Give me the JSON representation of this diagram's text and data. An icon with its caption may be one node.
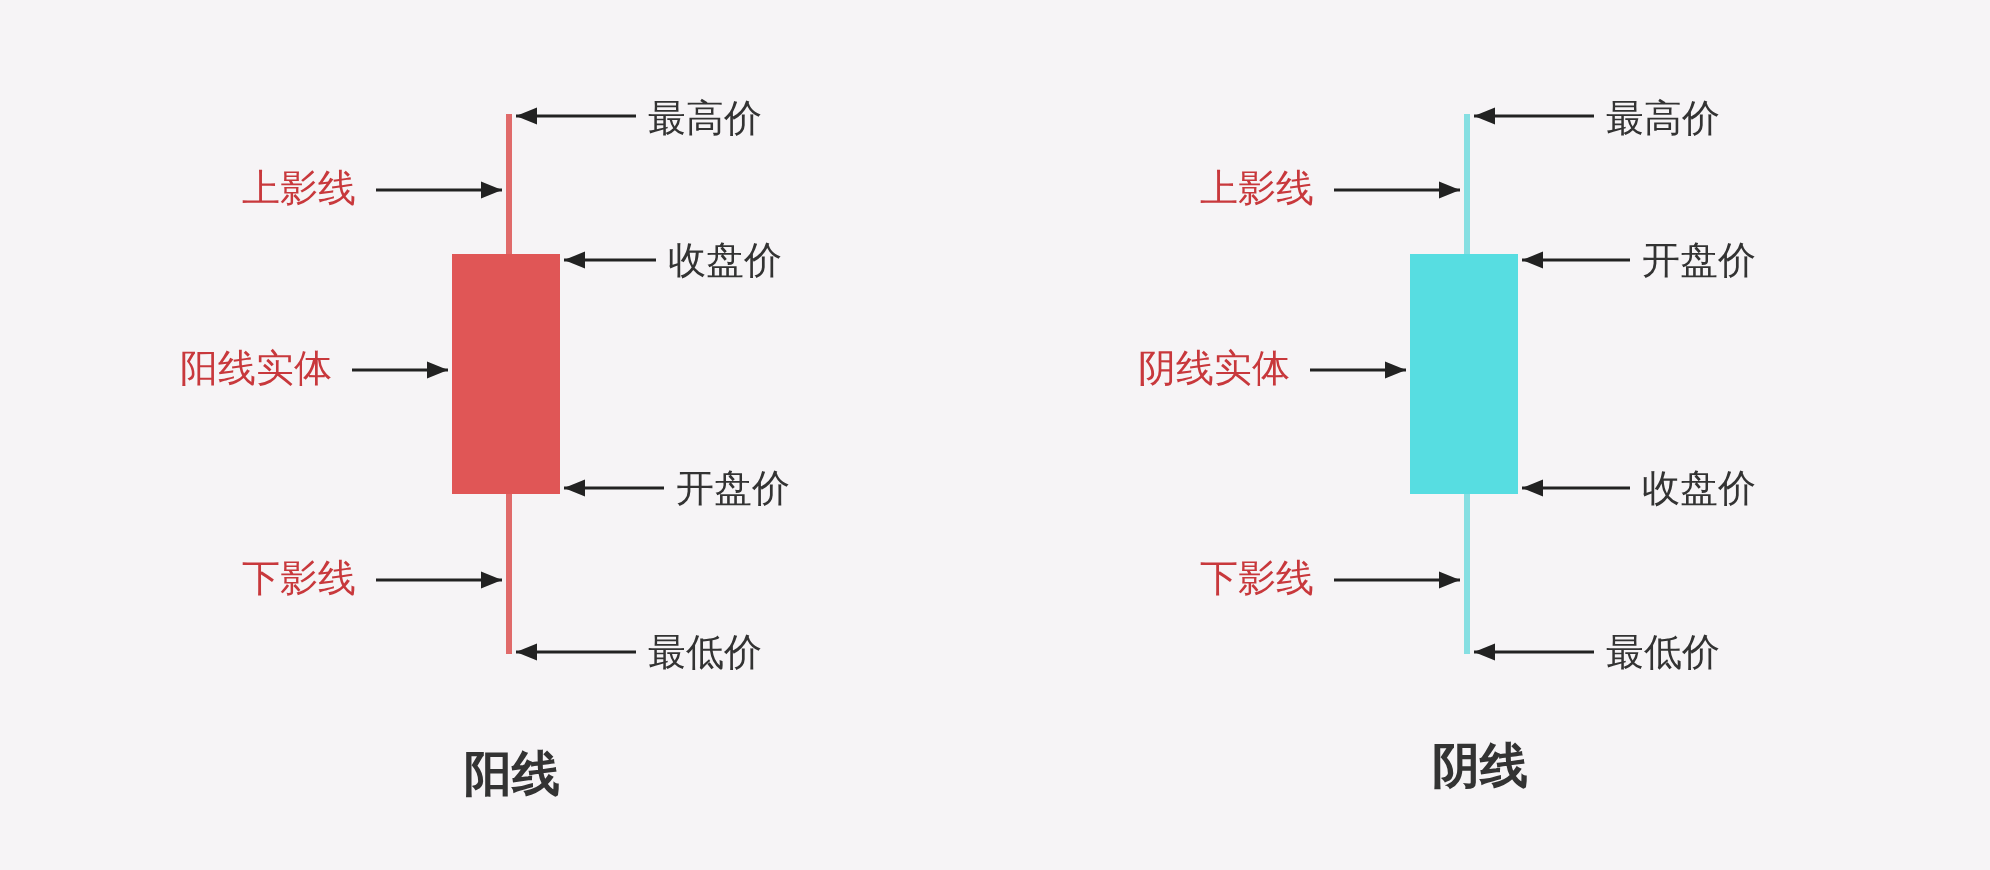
{
  "diagram": {
    "nodes": [
      {
        "text": [],
        "shape": "bar"
      },
      {
        "text": [],
        "shape": "bar"
      },
      {
        "text": [],
        "shape": "bar"
      },
      {
        "text": [
          "上影线"
        ]
      },
      {
        "text": [
          "阳线实体"
        ]
      },
      {
        "text": [
          "下影线"
        ]
      },
      {
        "text": [
          "最高价"
        ]
      },
      {
        "text": [
          "收盘价"
        ]
      },
      {
        "text": [
          "开盘价"
        ]
      },
      {
        "text": [
          "最低价"
        ]
      },
      {
        "text": [],
        "shape": "bar"
      },
      {
        "text": [],
        "shape": "bar"
      },
      {
        "text": [],
        "shape": "bar"
      },
      {
        "text": [
          "上影线"
        ]
      },
      {
        "text": [
          "阴线实体"
        ]
      },
      {
        "text": [
          "下影线"
        ]
      },
      {
        "text": [
          "最高价"
        ]
      },
      {
        "text": [
          "开盘价"
        ]
      },
      {
        "text": [
          "收盘价"
        ]
      },
      {
        "text": [
          "最低价"
        ]
      }
    ],
    "edges": [
      {
        "from": 3,
        "to": 0,
        "arrow": "to"
      },
      {
        "from": 4,
        "to": 1,
        "arrow": "to"
      },
      {
        "from": 5,
        "to": 2,
        "arrow": "to"
      },
      {
        "from": 6,
        "to": 0,
        "arrow": "to"
      },
      {
        "from": 7,
        "to": 1,
        "arrow": "to"
      },
      {
        "from": 8,
        "to": 1,
        "arrow": "to"
      },
      {
        "from": 9,
        "to": 2,
        "arrow": "to"
      },
      {
        "from": 13,
        "to": 10,
        "arrow": "to"
      },
      {
        "from": 14,
        "to": 11,
        "arrow": "to"
      },
      {
        "from": 15,
        "to": 12,
        "arrow": "to"
      },
      {
        "from": 16,
        "to": 10,
        "arrow": "to"
      },
      {
        "from": 17,
        "to": 11,
        "arrow": "to"
      },
      {
        "from": 18,
        "to": 11,
        "arrow": "to"
      },
      {
        "from": 19,
        "to": 12,
        "arrow": "to"
      }
    ],
    "labels": [
      "阳线",
      "阴线"
    ]
  }
}
